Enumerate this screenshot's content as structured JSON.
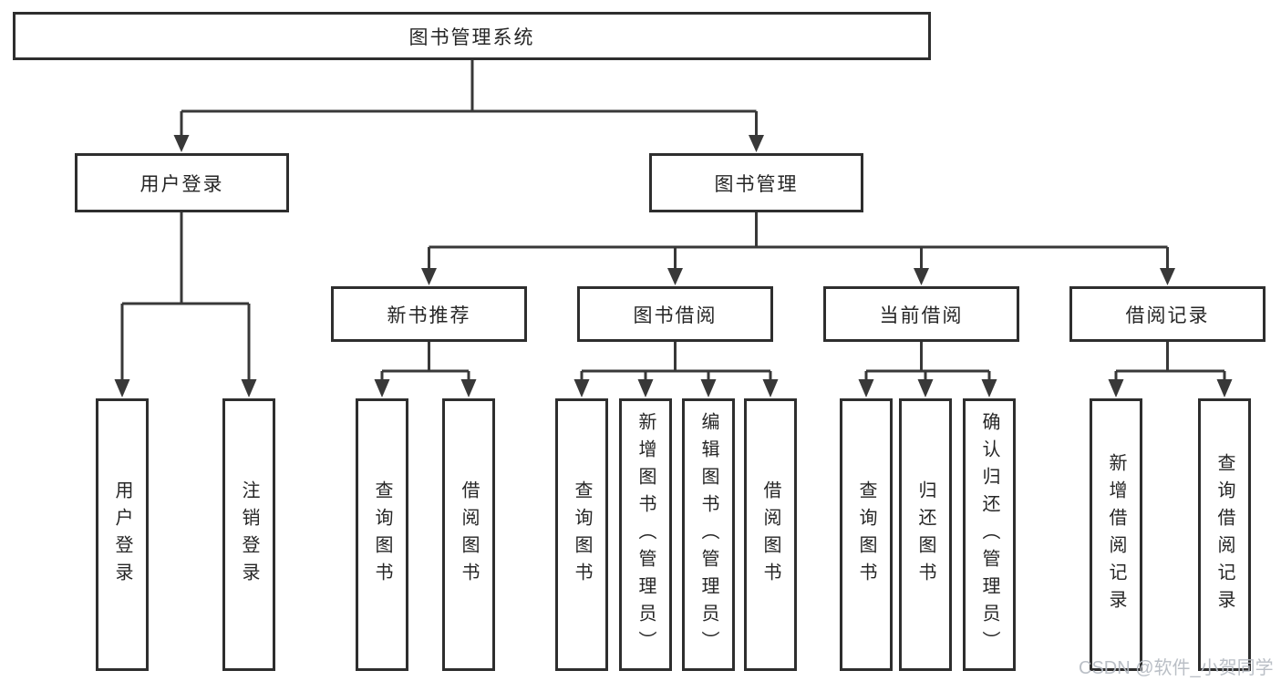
{
  "diagram_type": "hierarchy-tree",
  "tree": {
    "root": {
      "label": "图书管理系统",
      "children": [
        {
          "label": "用户登录",
          "children": [
            {
              "label": "用户登录"
            },
            {
              "label": "注销登录"
            }
          ]
        },
        {
          "label": "图书管理",
          "children": [
            {
              "label": "新书推荐",
              "children": [
                {
                  "label": "查询图书"
                },
                {
                  "label": "借阅图书"
                }
              ]
            },
            {
              "label": "图书借阅",
              "children": [
                {
                  "label": "查询图书"
                },
                {
                  "label": "新增图书（管理员）"
                },
                {
                  "label": "编辑图书（管理员）"
                },
                {
                  "label": "借阅图书"
                }
              ]
            },
            {
              "label": "当前借阅",
              "children": [
                {
                  "label": "查询图书"
                },
                {
                  "label": "归还图书"
                },
                {
                  "label": "确认归还（管理员）"
                }
              ]
            },
            {
              "label": "借阅记录",
              "children": [
                {
                  "label": "新增借阅记录"
                },
                {
                  "label": "查询借阅记录"
                }
              ]
            }
          ]
        }
      ]
    }
  },
  "watermark": {
    "text": "CSDN @软件_小贺同学"
  },
  "colors": {
    "line": "#383838",
    "box_border": "#2e2e2e",
    "text": "#262626",
    "background": "#ffffff",
    "watermark": "#b7bcc3"
  }
}
